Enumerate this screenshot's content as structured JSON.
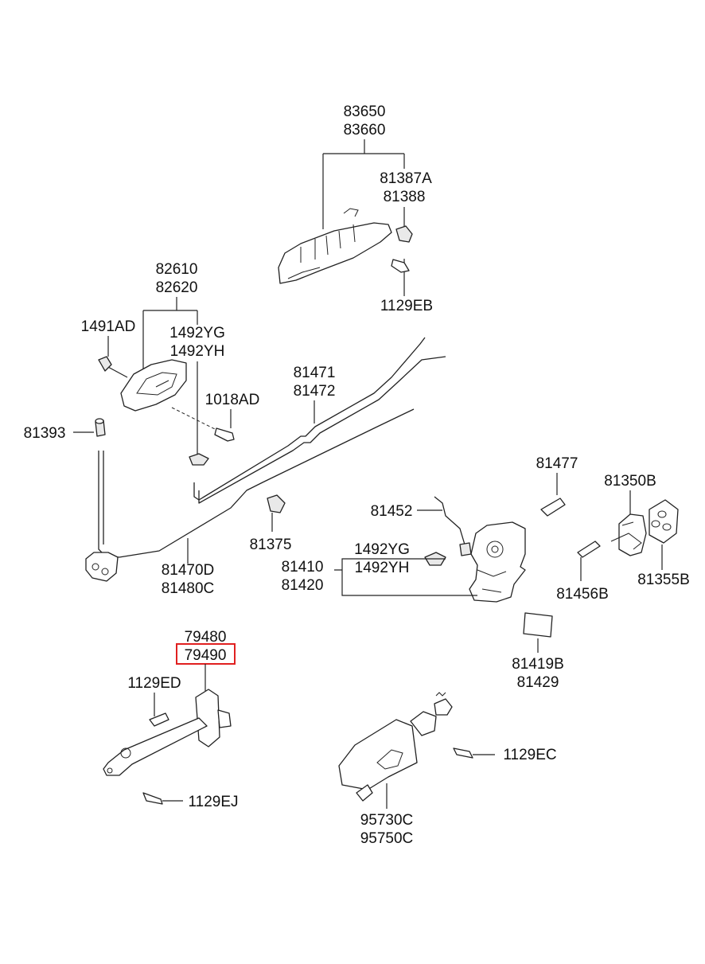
{
  "colors": {
    "highlight": "#e02020",
    "ink": "#222222",
    "background": "#ffffff"
  },
  "labels": {
    "l83650": "83650",
    "l83660": "83660",
    "l81387A": "81387A",
    "l81388": "81388",
    "l1129EB": "1129EB",
    "l82610": "82610",
    "l82620": "82620",
    "l1491AD": "1491AD",
    "l1492YG_a": "1492YG",
    "l1492YH_a": "1492YH",
    "l1018AD": "1018AD",
    "l81471": "81471",
    "l81472": "81472",
    "l81393": "81393",
    "l81375": "81375",
    "l81470D": "81470D",
    "l81480C": "81480C",
    "l81477": "81477",
    "l81350B": "81350B",
    "l81452": "81452",
    "l1492YG_b": "1492YG",
    "l1492YH_b": "1492YH",
    "l81410": "81410",
    "l81420": "81420",
    "l81456B": "81456B",
    "l81355B": "81355B",
    "l81419B": "81419B",
    "l81429": "81429",
    "l79480": "79480",
    "l79490": "79490",
    "l1129ED": "1129ED",
    "l1129EJ": "1129EJ",
    "l1129EC": "1129EC",
    "l95730C": "95730C",
    "l95750C": "95750C"
  }
}
